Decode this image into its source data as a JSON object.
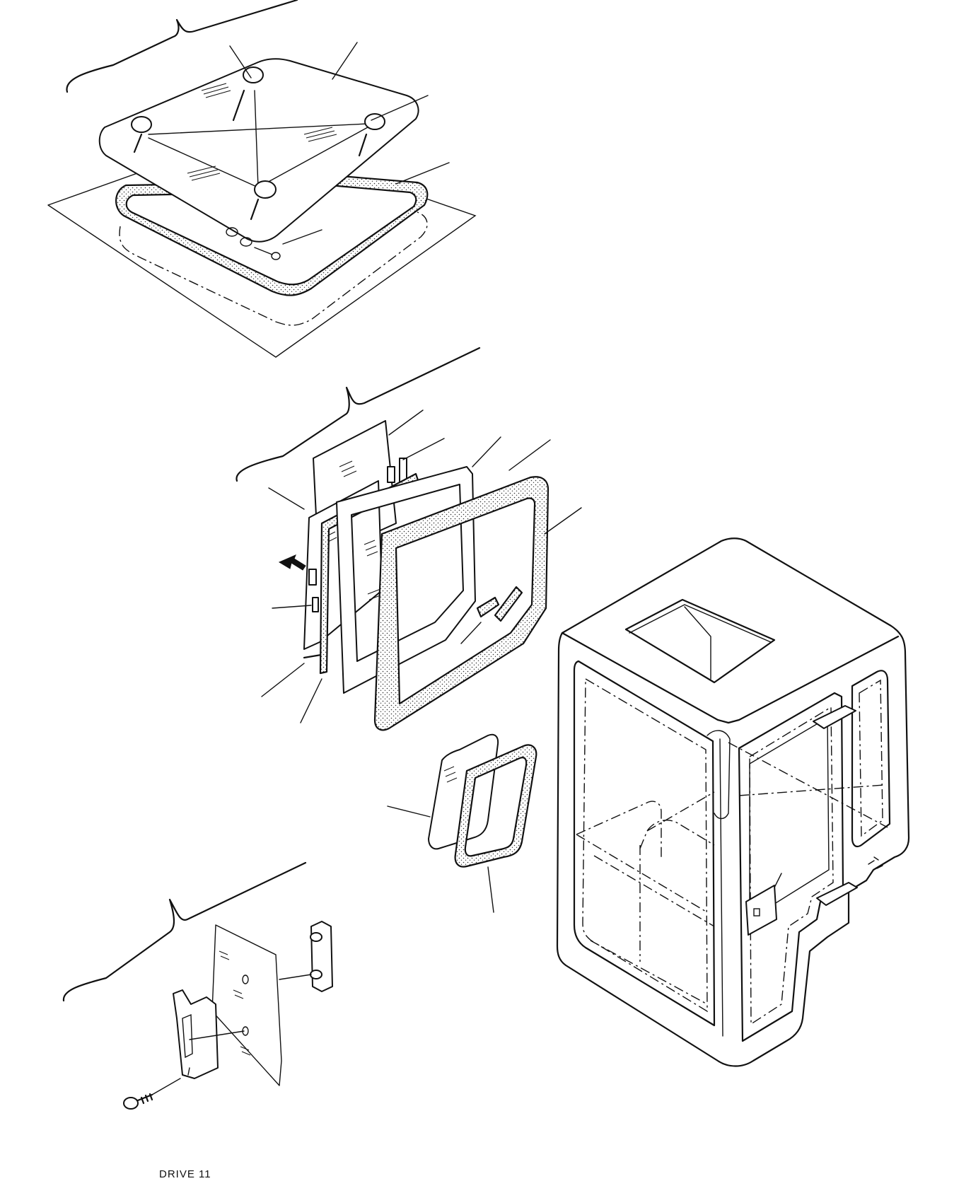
{
  "diagram": {
    "groups": [
      {
        "id": "roof-hatch",
        "parts": [
          "hatch-glass",
          "hatch-frame-seal",
          "hatch-base-frame",
          "hatch-handles",
          "hatch-hinge-pins"
        ]
      },
      {
        "id": "door-window",
        "parts": [
          "upper-glass",
          "lower-glass",
          "sash-frame",
          "inner-seal",
          "outer-seal",
          "spacers",
          "stopper",
          "latch-block"
        ]
      },
      {
        "id": "side-window",
        "parts": [
          "side-glass",
          "side-seal"
        ]
      },
      {
        "id": "door-catch",
        "parts": [
          "catch-bracket",
          "striker",
          "screw"
        ]
      },
      {
        "id": "cab",
        "parts": [
          "cab-body"
        ]
      }
    ],
    "colors": {
      "ink": "#111111",
      "paper": "#ffffff"
    },
    "footer_text": "DRIVE 11"
  }
}
